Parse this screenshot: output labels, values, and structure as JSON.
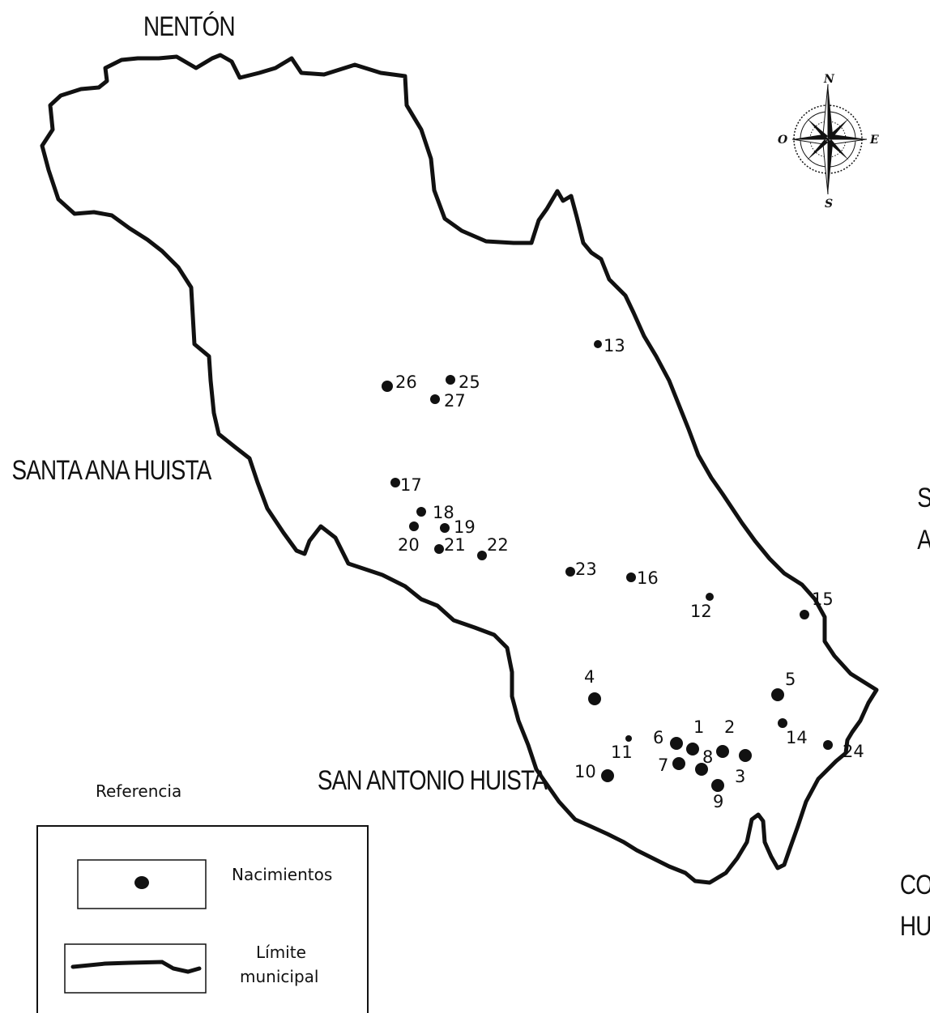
{
  "regions": {
    "north": "NENTÓN",
    "west": "SANTA ANA HUISTA",
    "east_line1": "SAN MIGUEL",
    "east_line2": "ACATÁN",
    "south": "SAN ANTONIO HUISTA",
    "southeast_line1": "CONCEPCIÓN",
    "southeast_line2": "HUISTA"
  },
  "compass": {
    "n": "N",
    "s": "S",
    "e": "E",
    "w": "O"
  },
  "legend": {
    "title": "Referencia",
    "item_springs": "Nacimientos",
    "item_boundary_line1": "Límite",
    "item_boundary_line2": "municipal"
  },
  "points": [
    {
      "id": "1"
    },
    {
      "id": "2"
    },
    {
      "id": "3"
    },
    {
      "id": "4"
    },
    {
      "id": "5"
    },
    {
      "id": "6"
    },
    {
      "id": "7"
    },
    {
      "id": "8"
    },
    {
      "id": "9"
    },
    {
      "id": "10"
    },
    {
      "id": "11"
    },
    {
      "id": "12"
    },
    {
      "id": "13"
    },
    {
      "id": "14"
    },
    {
      "id": "15"
    },
    {
      "id": "16"
    },
    {
      "id": "17"
    },
    {
      "id": "18"
    },
    {
      "id": "19"
    },
    {
      "id": "20"
    },
    {
      "id": "21"
    },
    {
      "id": "22"
    },
    {
      "id": "23"
    },
    {
      "id": "24"
    },
    {
      "id": "25"
    },
    {
      "id": "26"
    },
    {
      "id": "27"
    }
  ],
  "colors": {
    "ink": "#111111",
    "paper": "#ffffff"
  }
}
